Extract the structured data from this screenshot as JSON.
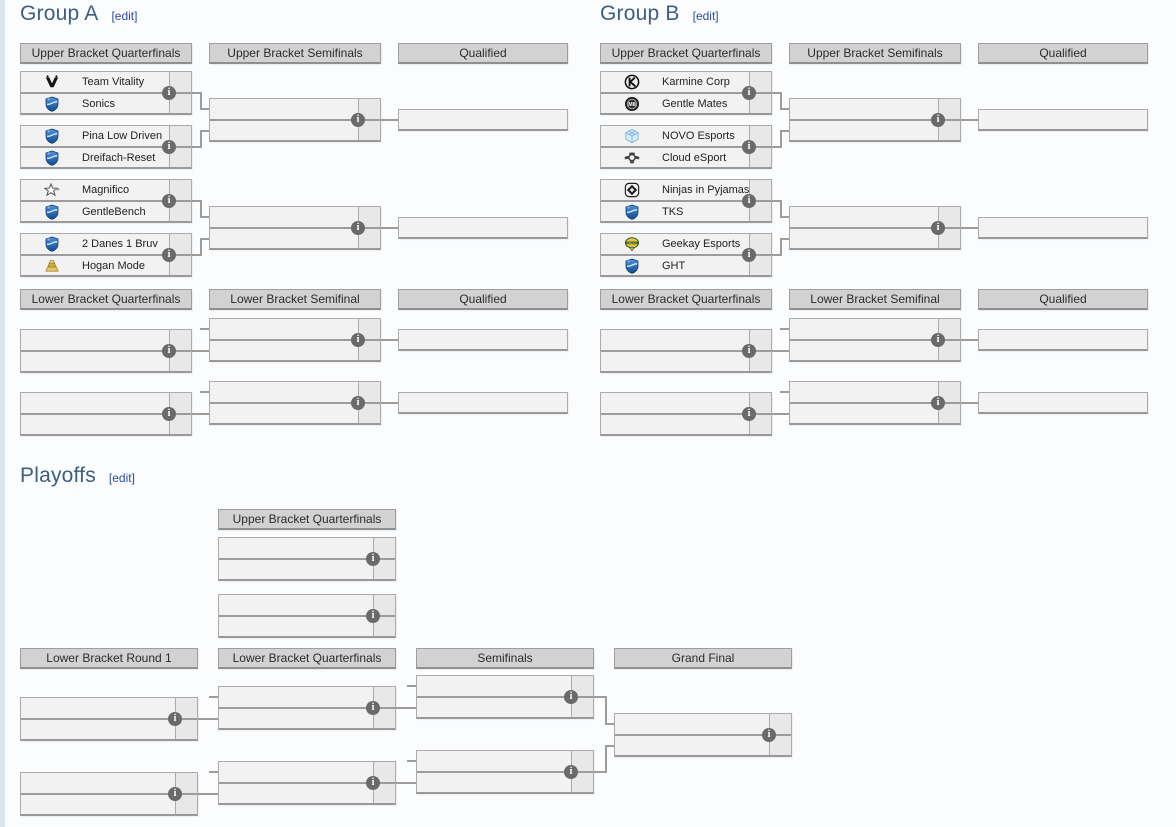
{
  "colors": {
    "section_heading": "#3d5e80",
    "edit_link": "#2a4b9e",
    "round_header_bg": "#d2d2d2",
    "match_bg": "#f2f2f2",
    "score_cell_bg": "#e8e8e8",
    "connector": "#9c9c9c",
    "info_icon_bg": "#6a6a6a",
    "rocket_league_shield_blue": "#2f7fd4",
    "novo_cube_blue": "#bcdcf5",
    "geekay_gold": "#e8c33a",
    "hogan_gold": "#d9c15c"
  },
  "info_icon_glyph": "i",
  "sections": {
    "group_a": {
      "title": "Group A",
      "edit_label": "[edit]",
      "upper_round_headers": [
        "Upper Bracket Quarterfinals",
        "Upper Bracket Semifinals",
        "Qualified"
      ],
      "lower_round_headers": [
        "Lower Bracket Quarterfinals",
        "Lower Bracket Semifinal",
        "Qualified"
      ],
      "upper_quarterfinals": [
        {
          "top": {
            "name": "Team Vitality",
            "icon": "team-vitality-icon"
          },
          "bottom": {
            "name": "Sonics",
            "icon": "rocket-league-shield-icon"
          }
        },
        {
          "top": {
            "name": "Pina Low Driven",
            "icon": "rocket-league-shield-icon"
          },
          "bottom": {
            "name": "Dreifach-Reset",
            "icon": "rocket-league-shield-icon"
          }
        },
        {
          "top": {
            "name": "Magnifico",
            "icon": "magnifico-star-icon"
          },
          "bottom": {
            "name": "GentleBench",
            "icon": "rocket-league-shield-icon"
          }
        },
        {
          "top": {
            "name": "2 Danes 1 Bruv",
            "icon": "rocket-league-shield-icon"
          },
          "bottom": {
            "name": "Hogan Mode",
            "icon": "hogan-mode-gold-icon"
          }
        }
      ]
    },
    "group_b": {
      "title": "Group B",
      "edit_label": "[edit]",
      "upper_round_headers": [
        "Upper Bracket Quarterfinals",
        "Upper Bracket Semifinals",
        "Qualified"
      ],
      "lower_round_headers": [
        "Lower Bracket Quarterfinals",
        "Lower Bracket Semifinal",
        "Qualified"
      ],
      "upper_quarterfinals": [
        {
          "top": {
            "name": "Karmine Corp",
            "icon": "karmine-corp-icon"
          },
          "bottom": {
            "name": "Gentle Mates",
            "icon": "gentle-mates-icon"
          }
        },
        {
          "top": {
            "name": "NOVO Esports",
            "icon": "novo-cube-icon"
          },
          "bottom": {
            "name": "Cloud eSport",
            "icon": "cloud-esport-icon"
          }
        },
        {
          "top": {
            "name": "Ninjas in Pyjamas",
            "icon": "ninjas-in-pyjamas-icon"
          },
          "bottom": {
            "name": "TKS",
            "icon": "rocket-league-shield-icon"
          }
        },
        {
          "top": {
            "name": "Geekay Esports",
            "icon": "geekay-esports-icon"
          },
          "bottom": {
            "name": "GHT",
            "icon": "rocket-league-shield-icon"
          }
        }
      ]
    },
    "playoffs": {
      "title": "Playoffs",
      "edit_label": "[edit]",
      "upper_round_headers": [
        "Upper Bracket Quarterfinals"
      ],
      "lower_round_headers": [
        "Lower Bracket Round 1",
        "Lower Bracket Quarterfinals",
        "Semifinals",
        "Grand Final"
      ]
    }
  }
}
